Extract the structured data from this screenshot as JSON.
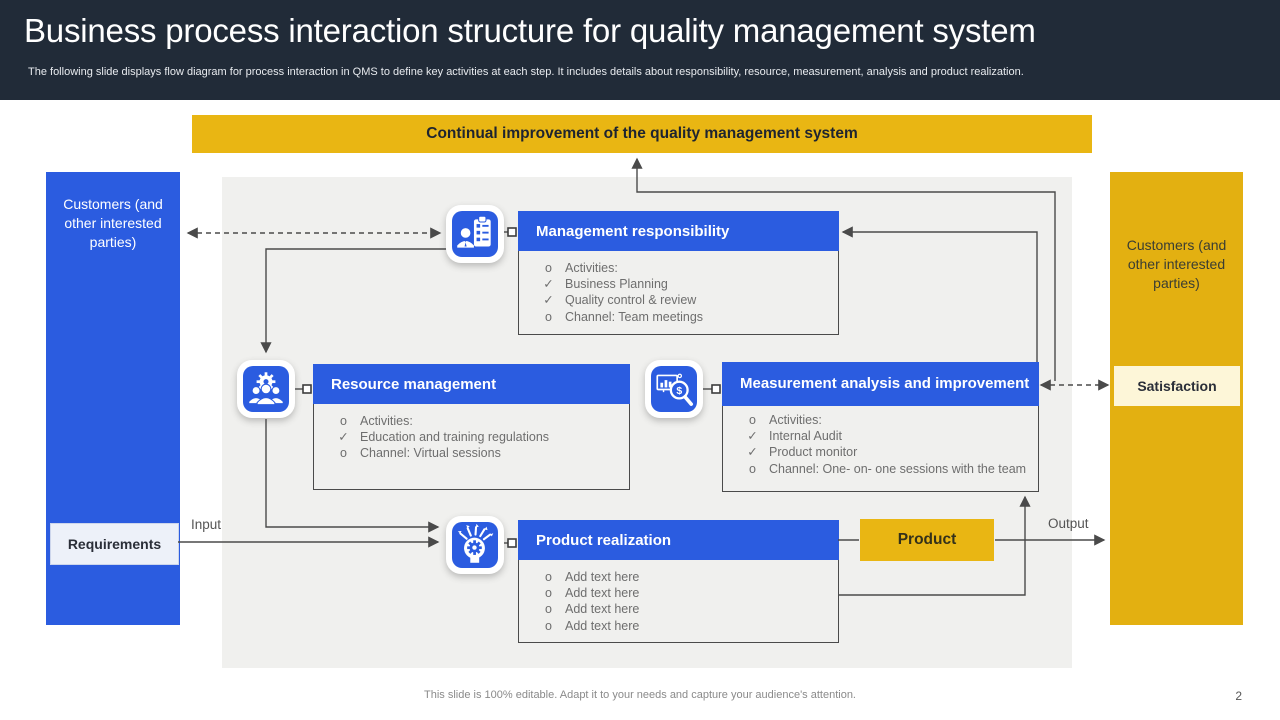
{
  "colors": {
    "header_dark": "#212b38",
    "accent_blue": "#2b5ce0",
    "accent_yellow": "#e9b613",
    "canvas_gray": "#f0f0ee",
    "satisfaction_bg": "#fdf6d8",
    "requirements_bg": "#edf1f9",
    "connector_line": "#4a4a4a"
  },
  "header": {
    "title": "Business process interaction structure for quality management system",
    "subtitle": "The following slide displays flow diagram for process interaction in QMS to define key activities at each step. It includes details about responsibility, resource, measurement, analysis and product realization."
  },
  "banner": {
    "label": "Continual improvement of the quality management system"
  },
  "left_panel": {
    "label": "Customers (and other interested parties)",
    "tag": "Requirements"
  },
  "right_panel": {
    "label": "Customers (and other interested parties)",
    "tag": "Satisfaction"
  },
  "flow": {
    "input_label": "Input",
    "output_label": "Output",
    "product_label": "Product"
  },
  "icons": {
    "management": "person-checklist-icon",
    "resource": "team-gear-icon",
    "measurement": "chart-magnifier-icon",
    "product": "idea-gear-icon"
  },
  "process_boxes": {
    "management": {
      "title": "Management responsibility",
      "items": [
        {
          "bullet": "o",
          "text": "Activities:"
        },
        {
          "bullet": "✓",
          "text": "Business Planning"
        },
        {
          "bullet": "✓",
          "text": "Quality control & review"
        },
        {
          "bullet": "o",
          "text": "Channel: Team meetings"
        }
      ]
    },
    "resource": {
      "title": "Resource management",
      "items": [
        {
          "bullet": "o",
          "text": "Activities:"
        },
        {
          "bullet": "✓",
          "text": "Education and training regulations"
        },
        {
          "bullet": "o",
          "text": "Channel: Virtual sessions"
        }
      ]
    },
    "measurement": {
      "title": "Measurement analysis and improvement",
      "items": [
        {
          "bullet": "o",
          "text": "Activities:"
        },
        {
          "bullet": "✓",
          "text": "Internal Audit"
        },
        {
          "bullet": "✓",
          "text": "Product monitor"
        },
        {
          "bullet": "o",
          "text": "Channel: One- on- one sessions with the team"
        }
      ]
    },
    "product": {
      "title": "Product realization",
      "items": [
        {
          "bullet": "o",
          "text": "Add text here"
        },
        {
          "bullet": "o",
          "text": "Add text here"
        },
        {
          "bullet": "o",
          "text": "Add text here"
        },
        {
          "bullet": "o",
          "text": "Add text here"
        }
      ]
    }
  },
  "footer": {
    "note": "This slide is 100% editable. Adapt it to your needs and capture your audience's attention.",
    "page_number": "2"
  }
}
